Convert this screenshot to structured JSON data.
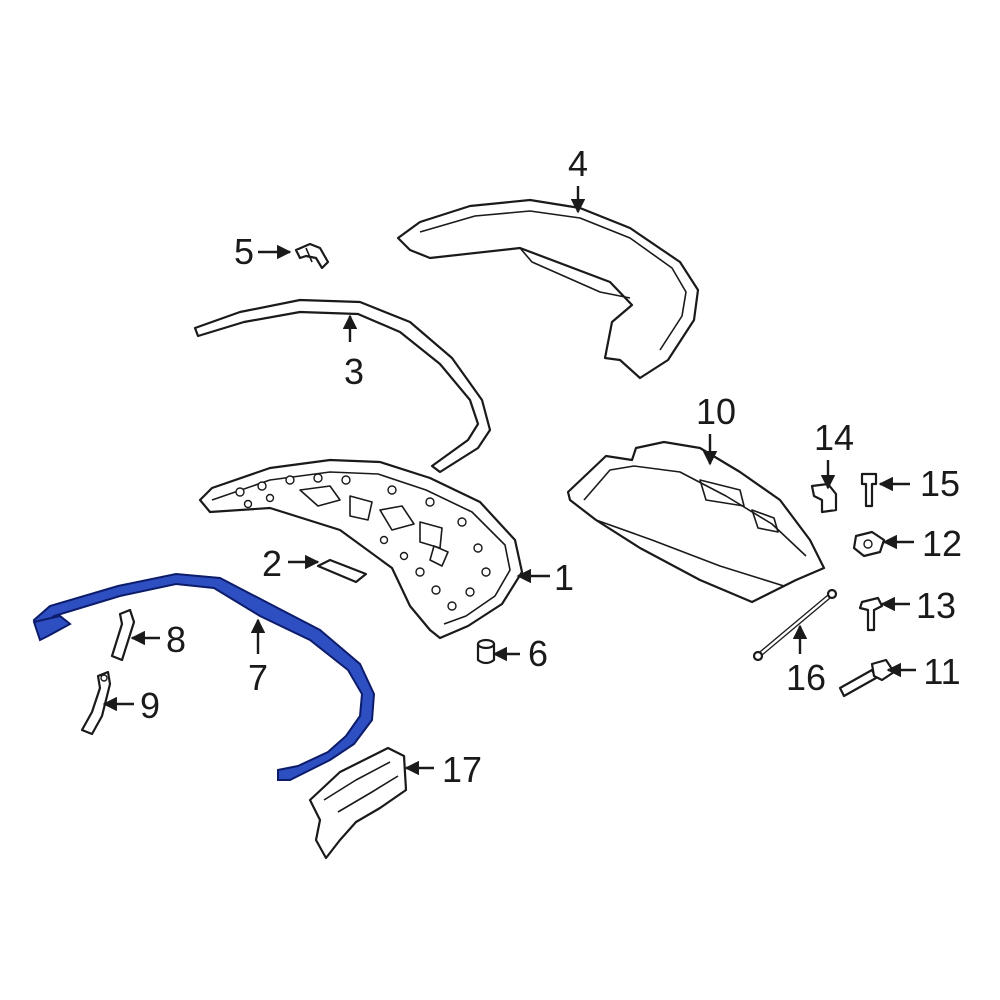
{
  "colors": {
    "background": "#ffffff",
    "line": "#1a1a1a",
    "highlight_fill": "#2e4fc2",
    "highlight_stroke": "#0c1c6a"
  },
  "callouts": {
    "c1": "1",
    "c2": "2",
    "c3": "3",
    "c4": "4",
    "c5": "5",
    "c6": "6",
    "c7": "7",
    "c8": "8",
    "c9": "9",
    "c10": "10",
    "c11": "11",
    "c12": "12",
    "c13": "13",
    "c14": "14",
    "c15": "15",
    "c16": "16",
    "c17": "17"
  },
  "highlighted_part": "7"
}
